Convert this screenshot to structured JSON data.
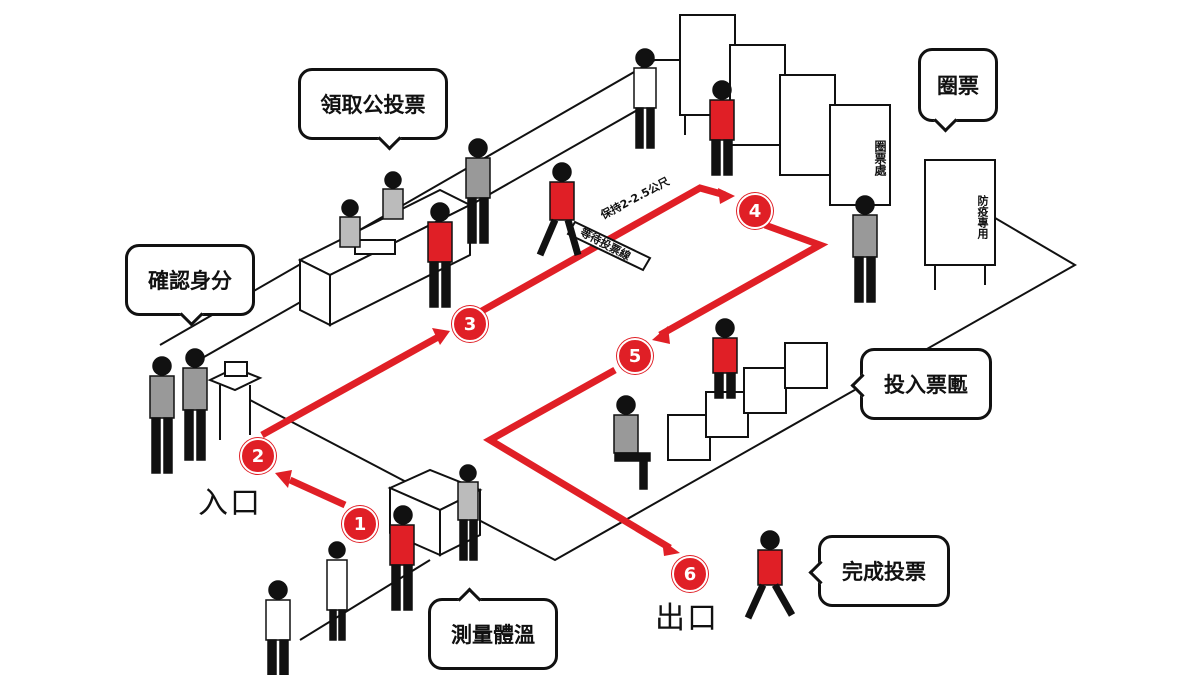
{
  "callouts": {
    "ballot": "領取公投票",
    "identity": "確認身分",
    "voting": "圈票",
    "casting": "投入票匭",
    "complete": "完成投票",
    "temperature": "測量體溫"
  },
  "areas": {
    "entrance": "入口",
    "exit": "出口"
  },
  "steps": [
    "1",
    "2",
    "3",
    "4",
    "5",
    "6"
  ],
  "signs": {
    "distance": "保持2-2.5公尺",
    "wait_line": "等待投票線",
    "booth": "圈票處",
    "covid_booth": "防疫專用"
  },
  "colors": {
    "accent": "#e01f26",
    "ink": "#111111",
    "shirt_gray": "#9a9a9a"
  }
}
